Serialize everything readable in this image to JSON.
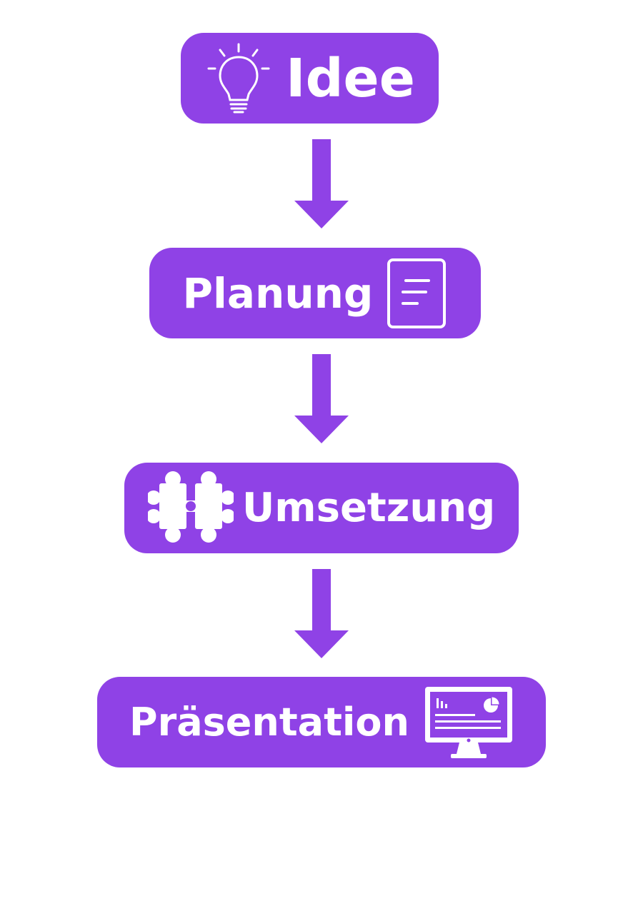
{
  "colors": {
    "box": "#8f42e6",
    "arrow": "#8f42e6",
    "text": "#ffffff"
  },
  "steps": [
    {
      "label": "Idee",
      "icon": "lightbulb-icon"
    },
    {
      "label": "Planung",
      "icon": "document-icon"
    },
    {
      "label": "Umsetzung",
      "icon": "puzzle-icon"
    },
    {
      "label": "Präsentation",
      "icon": "monitor-icon"
    }
  ]
}
